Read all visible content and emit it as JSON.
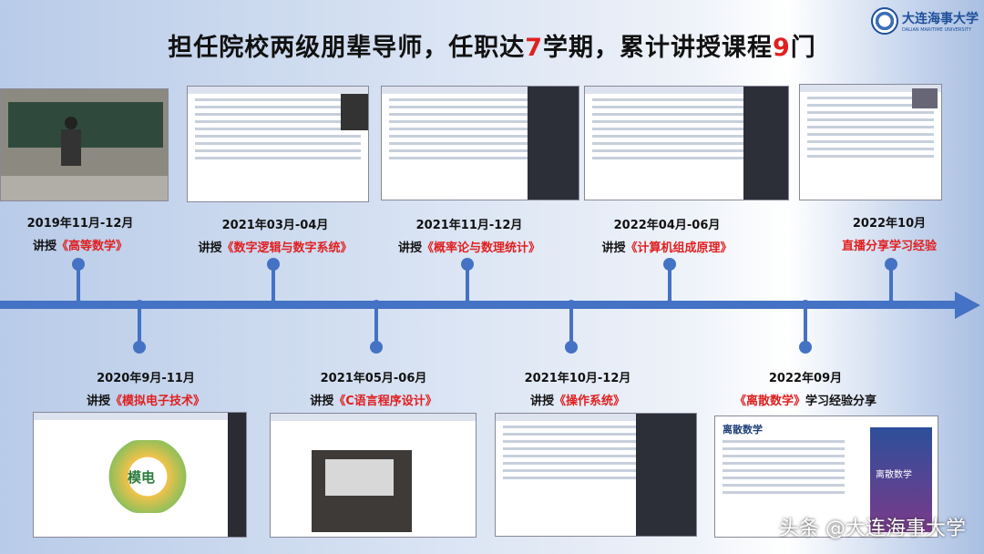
{
  "title": {
    "part1": "担任院校两级朋辈导师，任职达",
    "num1": "7",
    "part2": "学期，累计讲授课程",
    "num2": "9",
    "part3": "门"
  },
  "logo": {
    "cn": "大连海事大学",
    "en": "DALIAN MARITIME UNIVERSITY"
  },
  "top_events": [
    {
      "date": "2019年11月-12月",
      "prefix": "讲授",
      "course": "《高等数学》"
    },
    {
      "date": "2021年03月-04月",
      "prefix": "讲授",
      "course": "《数字逻辑与数字系统》"
    },
    {
      "date": "2021年11月-12月",
      "prefix": "讲授",
      "course": "《概率论与数理统计》"
    },
    {
      "date": "2022年04月-06月",
      "prefix": "讲授",
      "course": "《计算机组成原理》"
    },
    {
      "date": "2022年10月",
      "prefix": "",
      "course": "直播分享学习经验"
    }
  ],
  "bottom_events": [
    {
      "date": "2020年9月-11月",
      "prefix": "讲授",
      "course": "《模拟电子技术》",
      "suffix": ""
    },
    {
      "date": "2021年05月-06月",
      "prefix": "讲授",
      "course": "《C语言程序设计》",
      "suffix": ""
    },
    {
      "date": "2021年10月-12月",
      "prefix": "讲授",
      "course": "《操作系统》",
      "suffix": ""
    },
    {
      "date": "2022年09月",
      "prefix": "",
      "course": "《离散数学》",
      "suffix": "学习经验分享"
    }
  ],
  "thumb_text": {
    "modian": "模电",
    "lisan": "离散数学",
    "lisan_book": "离散数学"
  },
  "watermark": "头条 @大连海事大学"
}
